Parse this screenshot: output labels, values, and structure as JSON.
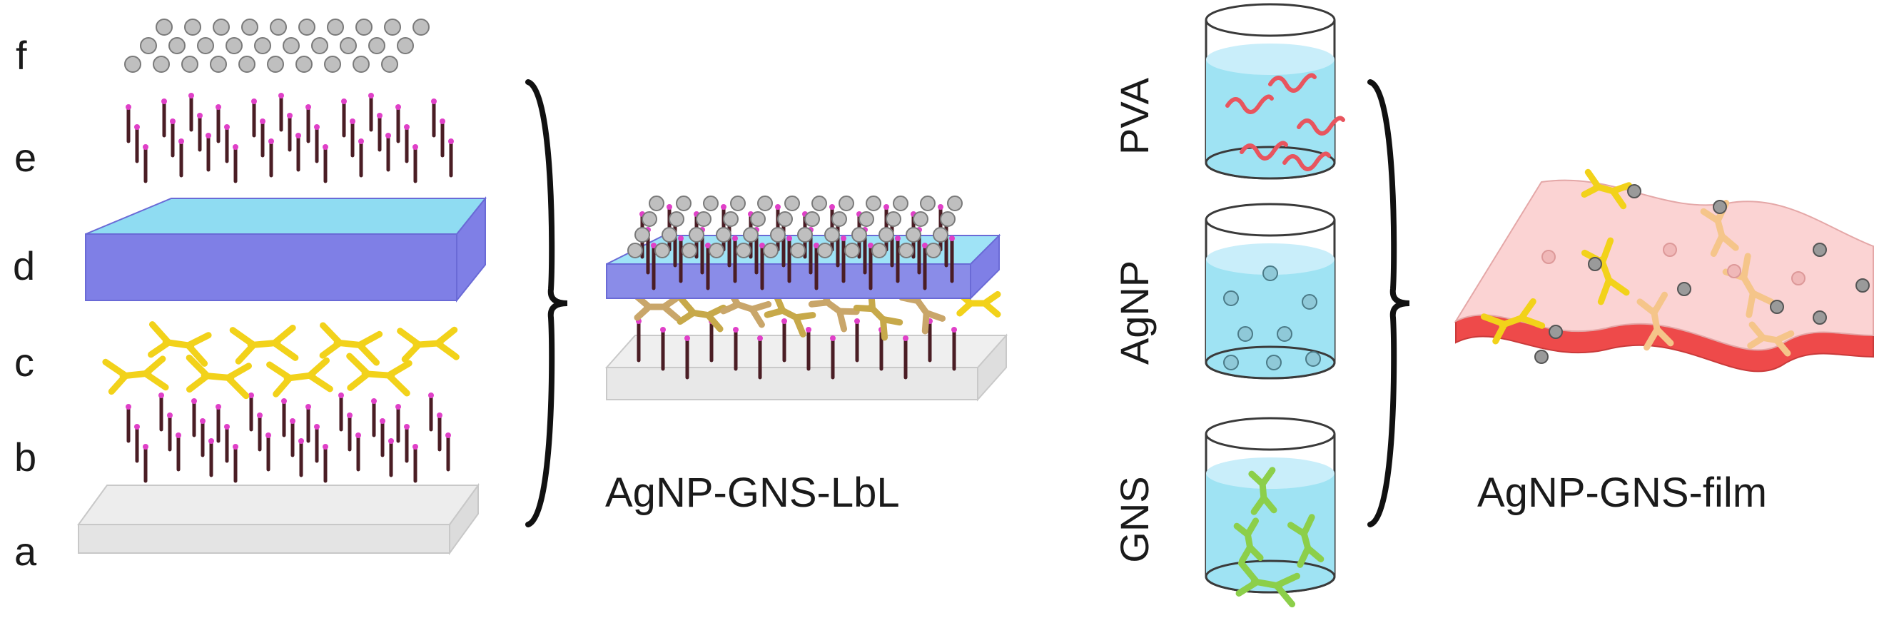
{
  "layer_labels": [
    "a",
    "b",
    "c",
    "d",
    "e",
    "f"
  ],
  "solution_labels": [
    "PVA",
    "AgNP",
    "GNS"
  ],
  "captions": {
    "lbl_assembly": "AgNP-GNS-LbL",
    "film": "AgNP-GNS-film"
  },
  "colors": {
    "substrate": "#e6e6e6",
    "polymer_slab_top": "#9fe6f5",
    "polymer_slab_side": "#7f7fe6",
    "rod_body": "#4a1d24",
    "rod_tip": "#e040c8",
    "gns_yellow": "#f2d21a",
    "nanoparticle": "#bfbfbf",
    "liquid": "#9fe3f3",
    "pva_chain": "#e8555e",
    "gns_green": "#8ccf4a",
    "film_top": "#fbd3d3",
    "film_side": "#ee4a4a"
  }
}
